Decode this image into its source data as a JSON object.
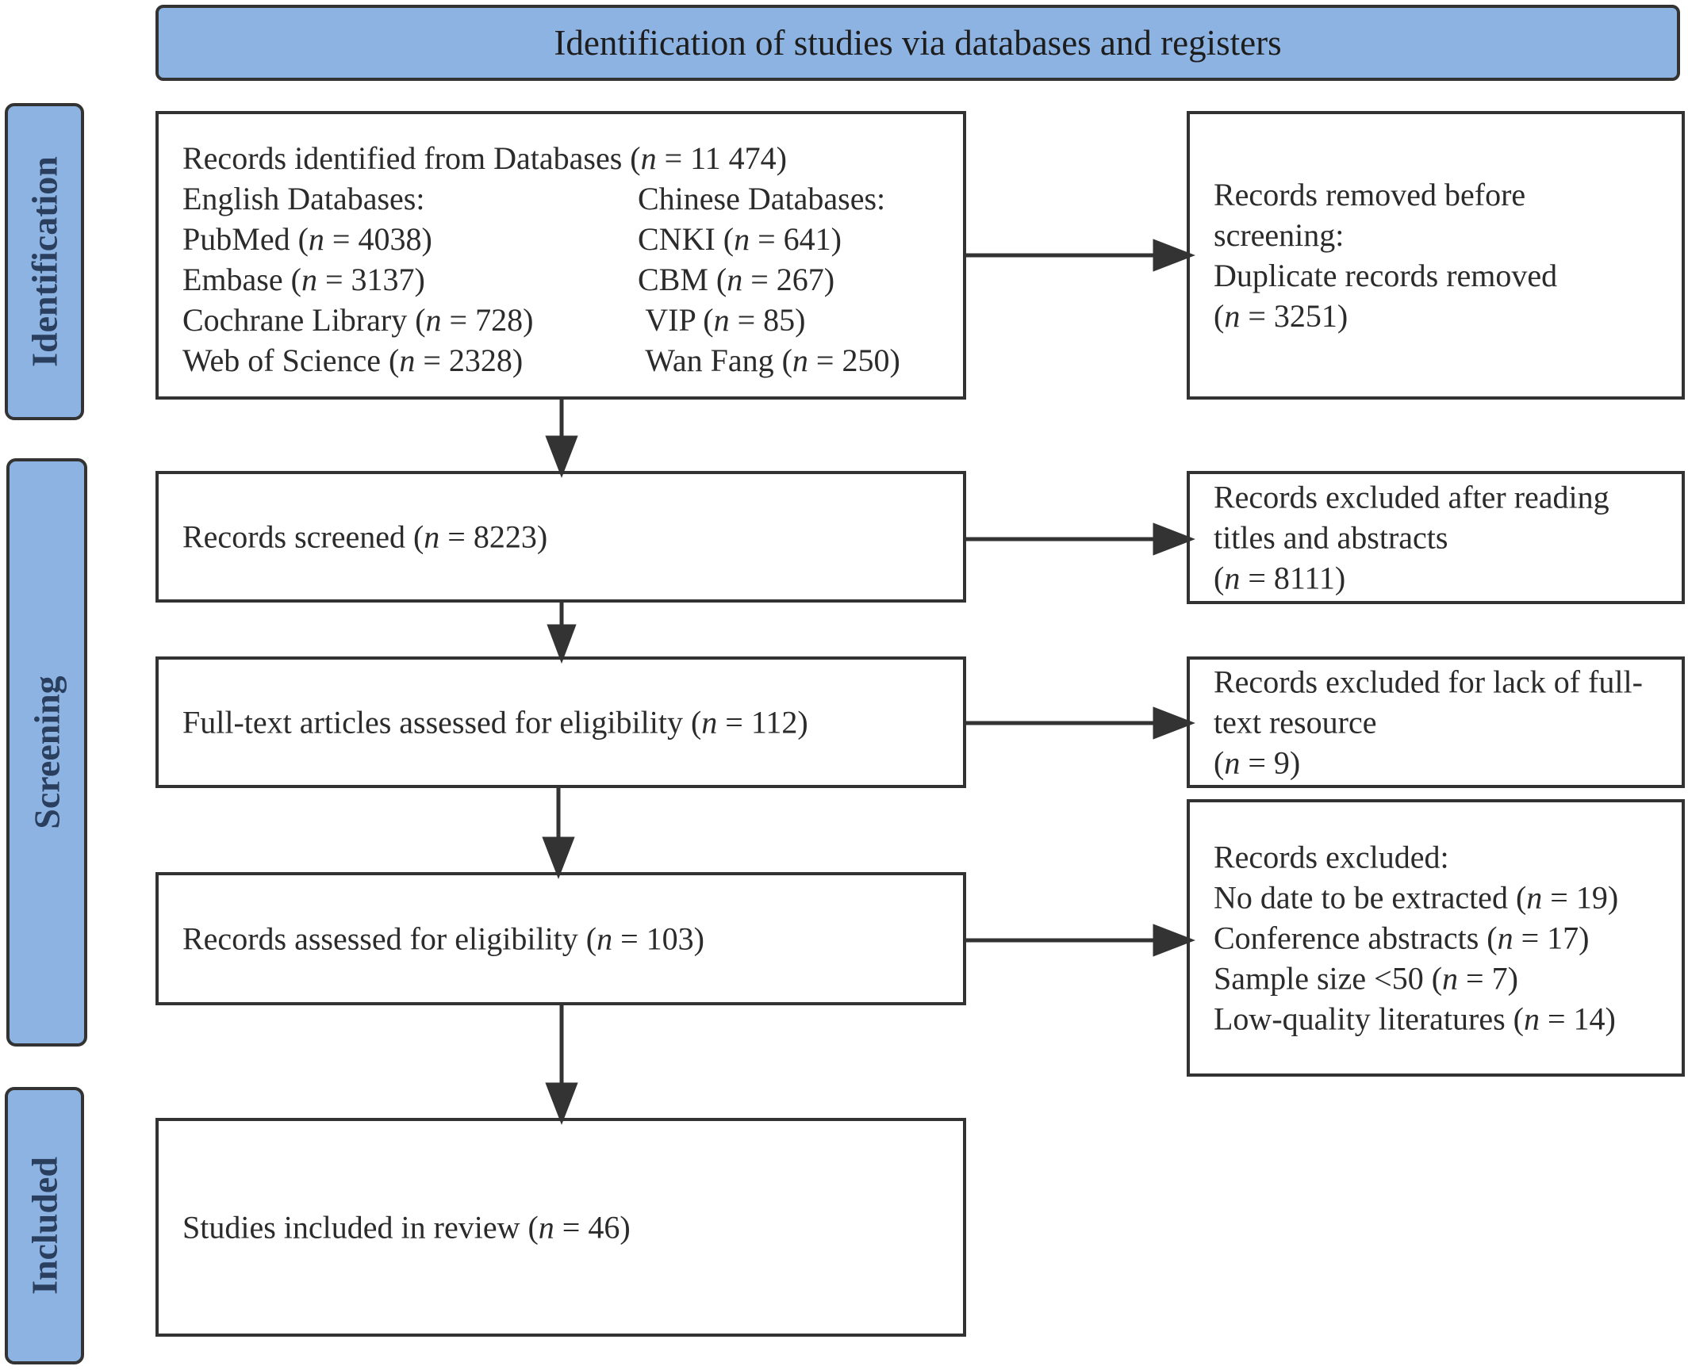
{
  "header": {
    "title": "Identification of studies via databases and registers"
  },
  "phases": {
    "identification": "Identification",
    "screening": "Screening",
    "included": "Included"
  },
  "identification": {
    "records_prefix": "Records identified from Databases (",
    "n": "n",
    "records_suffix": " = 11 474)",
    "english_heading": "English Databases:",
    "chinese_heading": "Chinese Databases:",
    "english": [
      {
        "name": "PubMed (",
        "count": " = 4038)"
      },
      {
        "name": "Embase (",
        "count": " = 3137)"
      },
      {
        "name": "Cochrane Library (",
        "count": " = 728)"
      },
      {
        "name": "Web of Science (",
        "count": " = 2328)"
      }
    ],
    "chinese": [
      {
        "name": "CNKI (",
        "count": " = 641)"
      },
      {
        "name": "CBM (",
        "count": " = 267)"
      },
      {
        "name": " VIP (",
        "count": " = 85)"
      },
      {
        "name": " Wan Fang (",
        "count": " = 250)"
      }
    ]
  },
  "removed": {
    "line1": "Records removed before",
    "line2": "screening:",
    "line3": "Duplicate records removed",
    "count_prefix": "(",
    "count_suffix": " = 3251)"
  },
  "screened": {
    "prefix": "Records screened (",
    "suffix": " = 8223)"
  },
  "excluded_titles": {
    "line1": "Records excluded after reading",
    "line2": "titles and abstracts",
    "count_prefix": "(",
    "count_suffix": " = 8111)"
  },
  "fulltext": {
    "prefix": "Full-text articles assessed for eligibility (",
    "suffix": " = 112)"
  },
  "excluded_fulltext": {
    "line1": "Records excluded for lack of full-",
    "line2": "text resource",
    "count_prefix": "(",
    "count_suffix": " = 9)"
  },
  "assessed": {
    "prefix": "Records assessed for eligibility (",
    "suffix": " = 103)"
  },
  "excluded_reasons": {
    "heading": "Records excluded:",
    "items": [
      {
        "label": "No date to be extracted (",
        "count": " = 19)"
      },
      {
        "label": "Conference abstracts (",
        "count": " = 17)"
      },
      {
        "label": "Sample size <50 (",
        "count": " = 7)"
      },
      {
        "label": "Low-quality literatures (",
        "count": " = 14)"
      }
    ]
  },
  "included": {
    "prefix": "Studies included in review (",
    "suffix": " = 46)"
  }
}
